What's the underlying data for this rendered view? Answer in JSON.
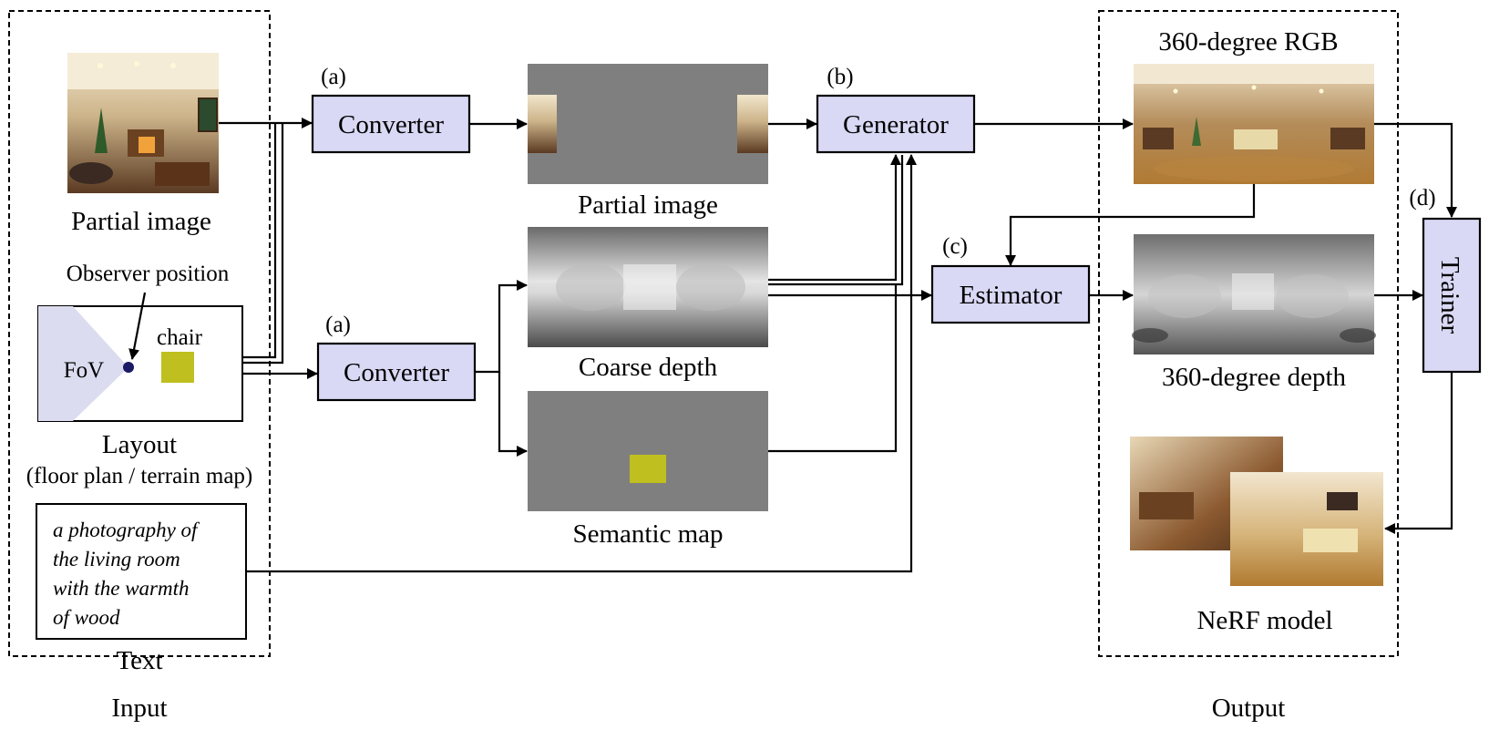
{
  "groups": {
    "input": "Input",
    "output": "Output"
  },
  "input": {
    "partial_image_caption": "Partial image",
    "observer_position": "Observer position",
    "chair": "chair",
    "fov": "FoV",
    "layout_caption": "Layout",
    "layout_subcaption": "(floor plan / terrain map)",
    "text_prompt_lines": [
      "a photography of",
      "the living room",
      "with the warmth",
      "of wood"
    ],
    "text_caption": "Text"
  },
  "steps": {
    "a1": "(a)",
    "a2": "(a)",
    "b": "(b)",
    "c": "(c)",
    "d": "(d)"
  },
  "modules": {
    "converter_1": "Converter",
    "converter_2": "Converter",
    "generator": "Generator",
    "estimator": "Estimator",
    "trainer": "Trainer"
  },
  "intermediate": {
    "partial_image": "Partial image",
    "coarse_depth": "Coarse depth",
    "semantic_map": "Semantic map"
  },
  "output": {
    "rgb": "360-degree RGB",
    "depth": "360-degree depth",
    "nerf": "NeRF model"
  },
  "colors": {
    "module_fill": "#d9d9f5",
    "semantic_chair": "#bfbf1f",
    "fov_region": "#dcdcf0",
    "observer_dot": "#1a1a66",
    "map_gray": "#7f7f7f"
  }
}
